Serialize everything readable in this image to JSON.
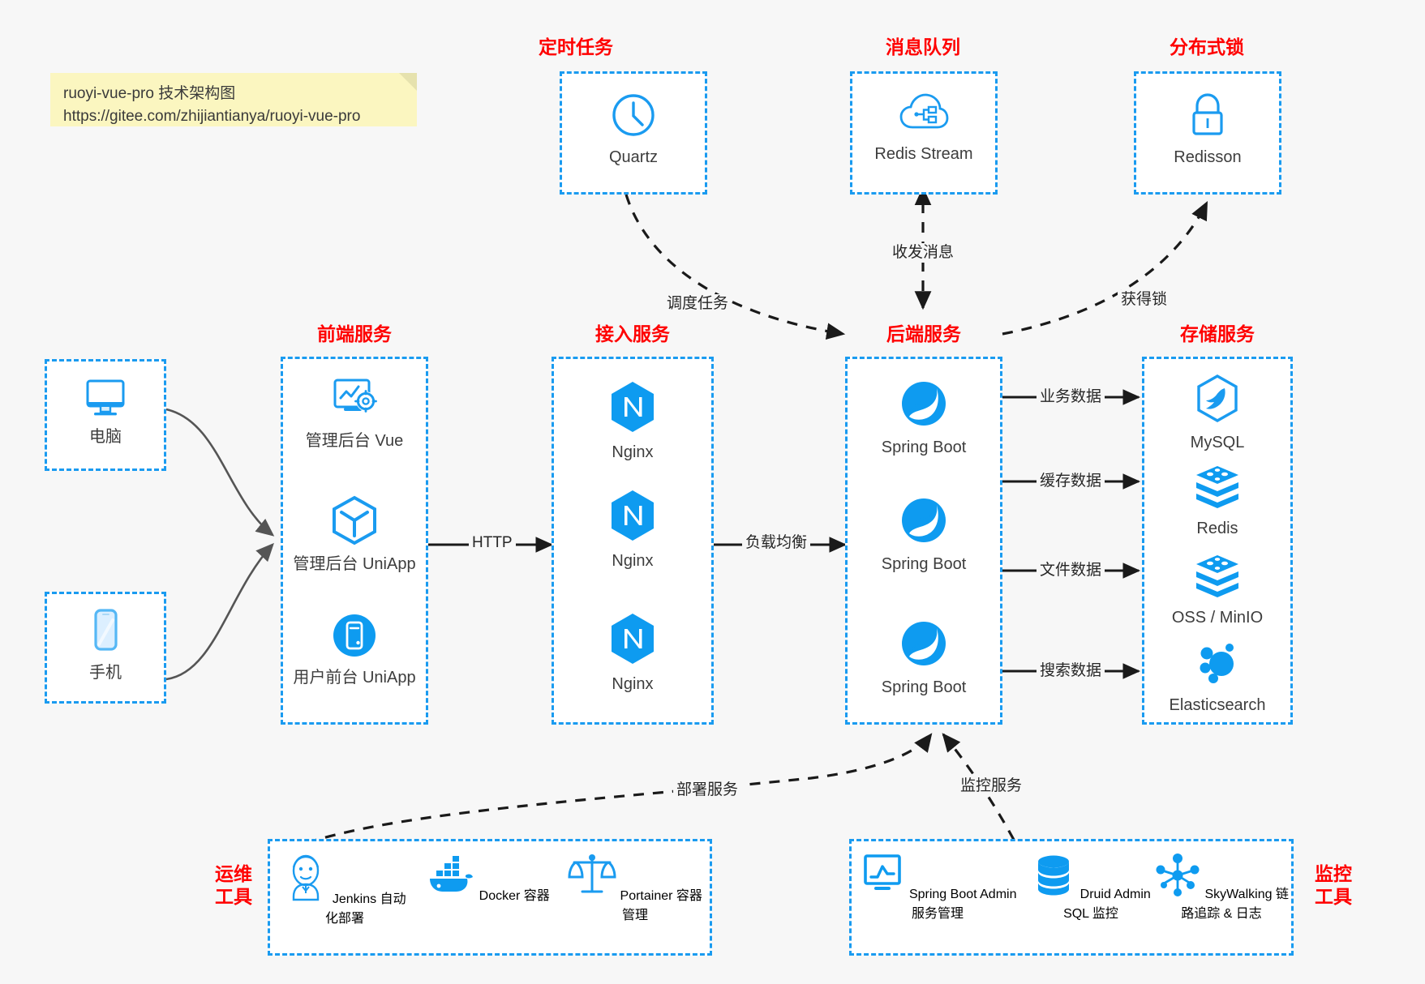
{
  "note": {
    "line1": "ruoyi-vue-pro 技术架构图",
    "line2": "https://gitee.com/zhijiantianya/ruoyi-vue-pro"
  },
  "colors": {
    "box_border": "#1a9bf0",
    "group_title": "#ff0000",
    "icon_blue": "#1a9bf0",
    "background": "#f7f7f7",
    "connector": "#262626",
    "note_bg": "#fbf6c0"
  },
  "groups": {
    "scheduled_task": {
      "title": "定时任务",
      "nodes": [
        {
          "label": "Quartz",
          "icon": "clock-icon"
        }
      ]
    },
    "message_queue": {
      "title": "消息队列",
      "nodes": [
        {
          "label": "Redis Stream",
          "icon": "cloud-network-icon"
        }
      ]
    },
    "distributed_lock": {
      "title": "分布式锁",
      "nodes": [
        {
          "label": "Redisson",
          "icon": "lock-icon"
        }
      ]
    },
    "clients": {
      "nodes": [
        {
          "label": "电脑",
          "icon": "desktop-monitor-icon"
        },
        {
          "label": "手机",
          "icon": "mobile-phone-icon"
        }
      ]
    },
    "frontend": {
      "title": "前端服务",
      "nodes": [
        {
          "label": "管理后台 Vue",
          "icon": "dashboard-gear-icon"
        },
        {
          "label": "管理后台 UniApp",
          "icon": "hexagon-cube-icon"
        },
        {
          "label": "用户前台 UniApp",
          "icon": "phone-circle-icon"
        }
      ]
    },
    "gateway": {
      "title": "接入服务",
      "nodes": [
        {
          "label": "Nginx",
          "icon": "nginx-icon"
        },
        {
          "label": "Nginx",
          "icon": "nginx-icon"
        },
        {
          "label": "Nginx",
          "icon": "nginx-icon"
        }
      ]
    },
    "backend": {
      "title": "后端服务",
      "nodes": [
        {
          "label": "Spring Boot",
          "icon": "spring-leaf-icon"
        },
        {
          "label": "Spring Boot",
          "icon": "spring-leaf-icon"
        },
        {
          "label": "Spring Boot",
          "icon": "spring-leaf-icon"
        }
      ]
    },
    "storage": {
      "title": "存储服务",
      "nodes": [
        {
          "label": "MySQL",
          "icon": "mysql-dolphin-icon"
        },
        {
          "label": "Redis",
          "icon": "stacked-cubes-icon"
        },
        {
          "label": "OSS / MinIO",
          "icon": "stacked-cubes-icon"
        },
        {
          "label": "Elasticsearch",
          "icon": "elasticsearch-icon"
        }
      ]
    },
    "ops_tools": {
      "title_line1": "运维",
      "title_line2": "工具",
      "nodes": [
        {
          "label": "Jenkins",
          "sublabel": "自动化部署",
          "icon": "jenkins-butler-icon"
        },
        {
          "label": "Docker",
          "sublabel": "容器",
          "icon": "docker-whale-icon"
        },
        {
          "label": "Portainer",
          "sublabel": "容器管理",
          "icon": "scales-icon"
        }
      ]
    },
    "monitor_tools": {
      "title_line1": "监控",
      "title_line2": "工具",
      "nodes": [
        {
          "label": "Spring Boot Admin",
          "sublabel": "服务管理",
          "icon": "monitor-chart-icon"
        },
        {
          "label": "Druid Admin",
          "sublabel": "SQL 监控",
          "icon": "database-cylinder-icon"
        },
        {
          "label": "SkyWalking",
          "sublabel": "链路追踪 & 日志",
          "icon": "node-network-icon"
        }
      ]
    }
  },
  "connectors": {
    "http": "HTTP",
    "load_balance": "负载均衡",
    "schedule_task": "调度任务",
    "send_receive_message": "收发消息",
    "acquire_lock": "获得锁",
    "business_data": "业务数据",
    "cache_data": "缓存数据",
    "file_data": "文件数据",
    "search_data": "搜索数据",
    "deploy_service": "部署服务",
    "monitor_service": "监控服务"
  }
}
